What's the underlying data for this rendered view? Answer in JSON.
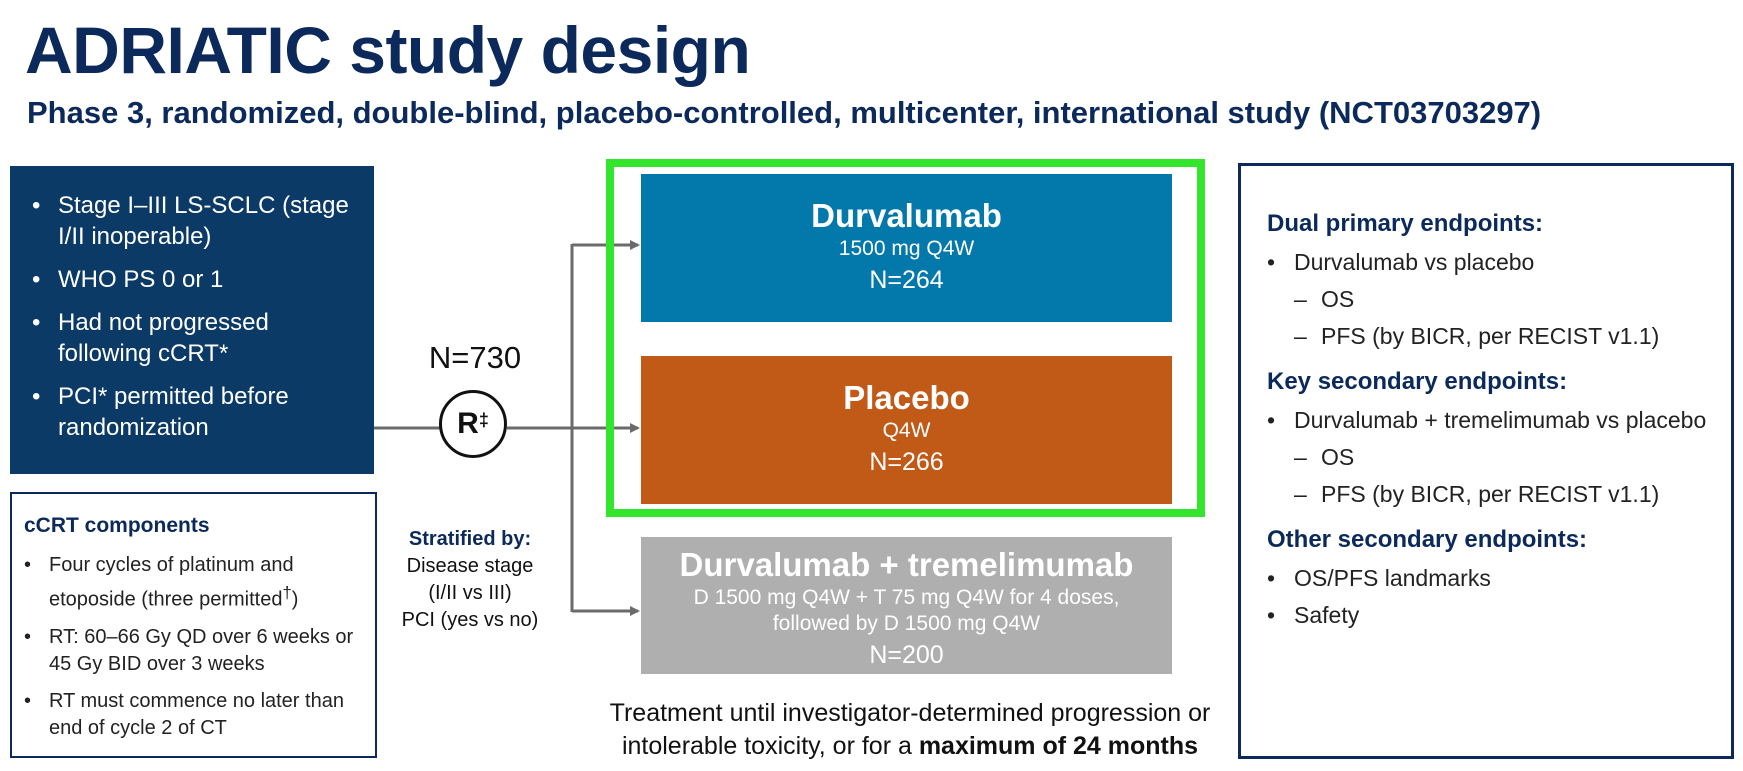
{
  "title": "ADRIATIC study design",
  "subtitle": "Phase 3, randomized, double-blind, placebo-controlled, multicenter, international study (NCT03703297)",
  "eligibility": [
    "Stage I–III LS-SCLC (stage I/II inoperable)",
    "WHO PS 0 or 1",
    "Had not progressed following cCRT*",
    "PCI* permitted before randomization"
  ],
  "ccrt": {
    "heading": "cCRT components",
    "items": [
      "Four cycles of platinum and etoposide (three permitted",
      "RT: 60–66 Gy QD over 6 weeks or 45 Gy BID over 3 weeks",
      "RT must commence no later than end of cycle 2 of CT"
    ],
    "item1_sup": "†",
    "item1_end": ")"
  },
  "randomization": {
    "n_total": "N=730",
    "label": "R",
    "label_sup": "‡"
  },
  "stratified": {
    "heading": "Stratified by:",
    "lines": [
      "Disease stage",
      "(I/II vs III)",
      "PCI (yes vs no)"
    ]
  },
  "arms": [
    {
      "name": "Durvalumab",
      "dose": "1500 mg Q4W",
      "n": "N=264",
      "color": "#0278ab"
    },
    {
      "name": "Placebo",
      "dose": "Q4W",
      "n": "N=266",
      "color": "#c25a17"
    },
    {
      "name": "Durvalumab + tremelimumab",
      "dose": "D 1500 mg Q4W + T 75 mg Q4W for 4 doses,",
      "dose2": "followed by D 1500 mg Q4W",
      "n": "N=200",
      "color": "#afafaf"
    }
  ],
  "highlight_color": "#33e62b",
  "treatment_note": {
    "line1": "Treatment until investigator-determined progression or",
    "line2_prefix": "intolerable toxicity, or for a ",
    "line2_bold": "maximum of 24 months"
  },
  "endpoints": {
    "primary": {
      "heading": "Dual primary endpoints:",
      "bullet": "Durvalumab vs placebo",
      "subs": [
        "OS",
        "PFS (by BICR, per RECIST v1.1)"
      ]
    },
    "key_secondary": {
      "heading": "Key secondary endpoints:",
      "bullet": "Durvalumab + tremelimumab vs placebo",
      "subs": [
        "OS",
        "PFS (by BICR, per RECIST v1.1)"
      ]
    },
    "other_secondary": {
      "heading": "Other secondary endpoints:",
      "bullets": [
        "OS/PFS landmarks",
        "Safety"
      ]
    }
  }
}
